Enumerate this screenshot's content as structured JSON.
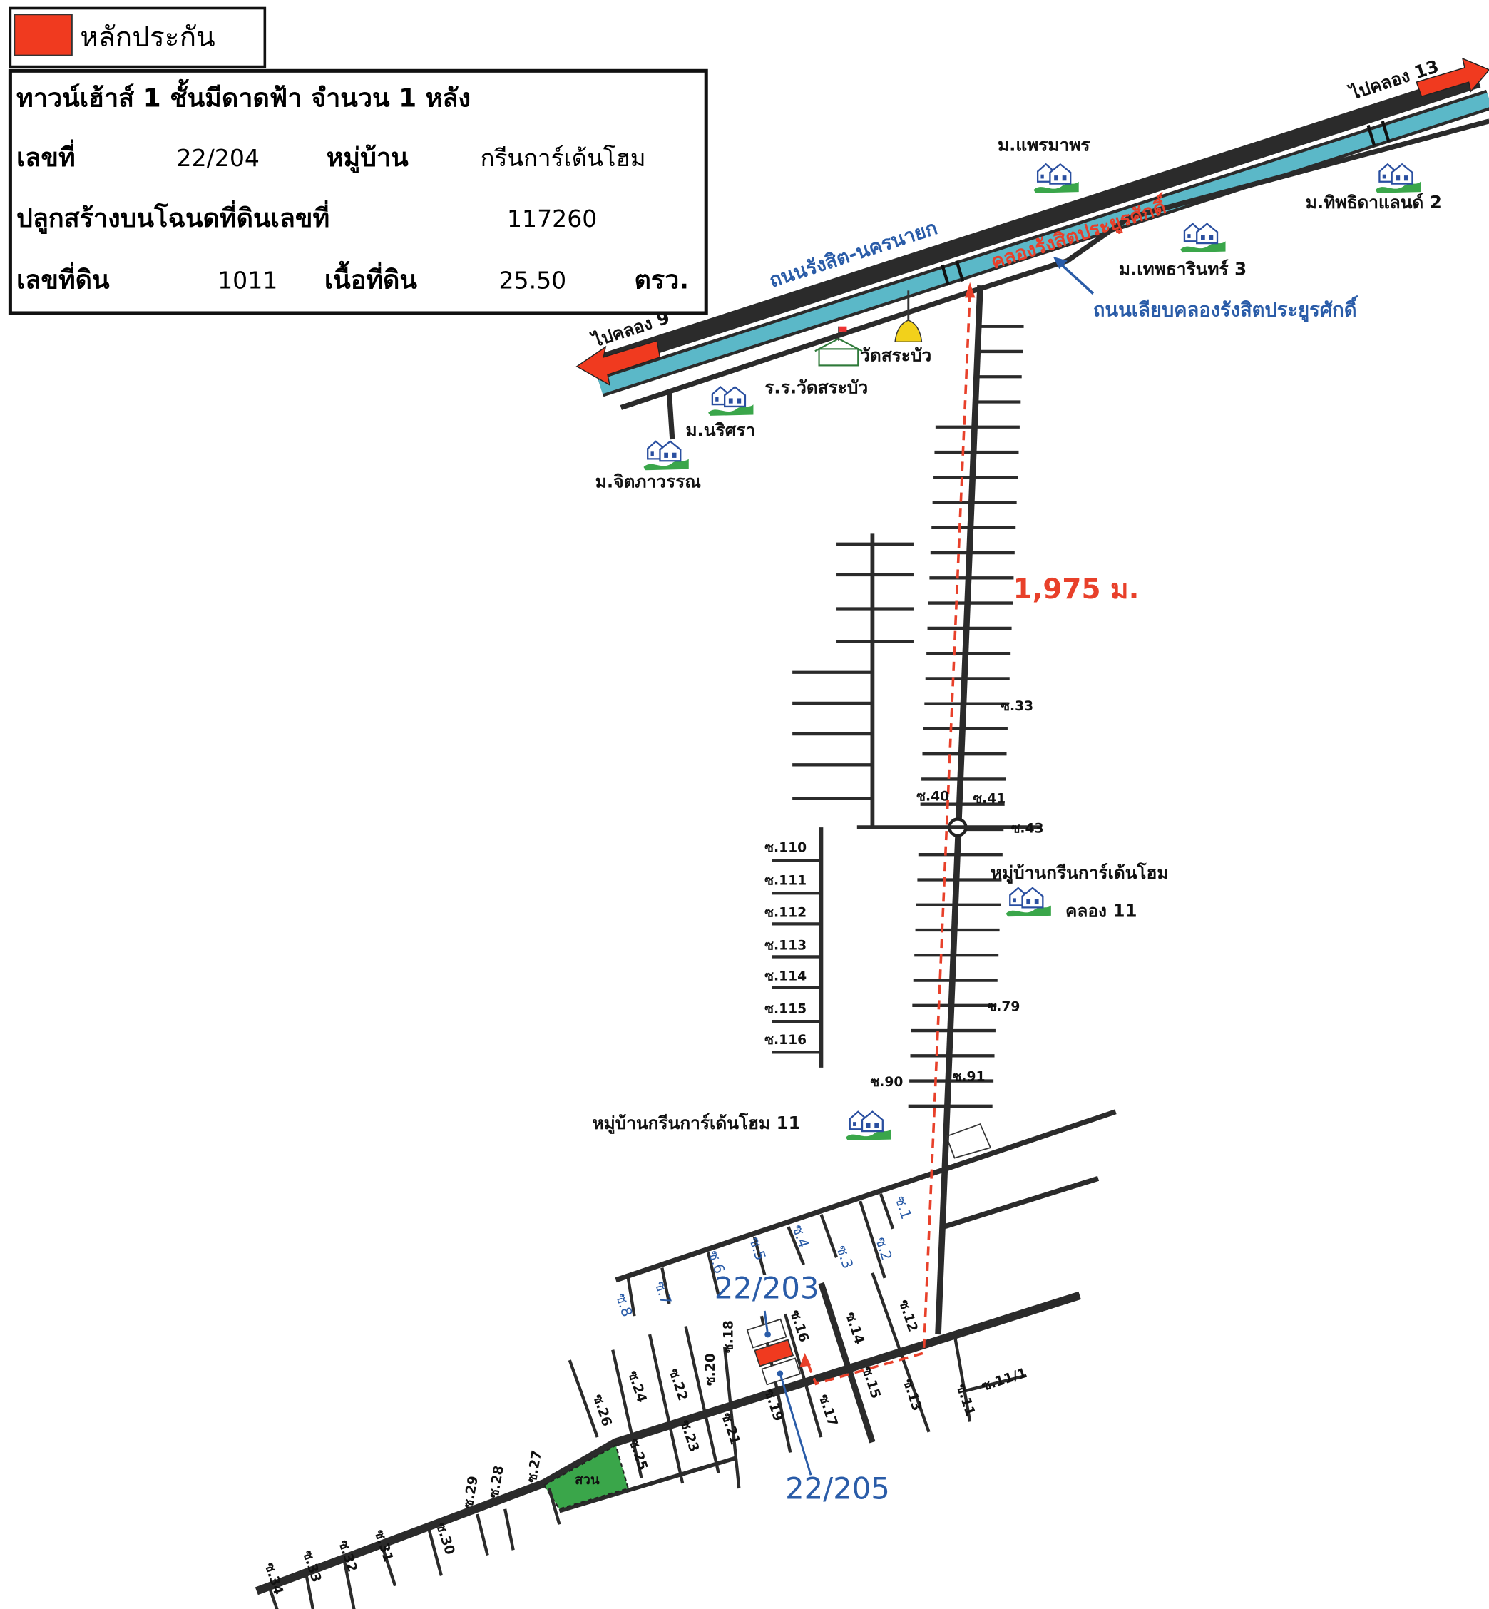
{
  "legend": {
    "label": "หลักประกัน",
    "color": "#f03a1f"
  },
  "info": {
    "title": "ทาวน์เฮ้าส์ 1 ชั้นมีดาดฟ้า จำนวน 1 หลัง",
    "house_no_label": "เลขที่",
    "house_no": "22/204",
    "village_label": "หมู่บ้าน",
    "village": "กรีนการ์เด้นโฮม",
    "deed_label": "ปลูกสร้างบนโฉนดที่ดินเลขที่",
    "deed_no": "117260",
    "land_no_label": "เลขที่ดิน",
    "land_no": "1011",
    "area_label": "เนื้อที่ดิน",
    "area": "25.50",
    "area_unit": "ตรว."
  },
  "map": {
    "to_klong13": "ไปคลอง 13",
    "to_klong9": "ไปคลอง 9",
    "main_road": "ถนนรังสิต-นครนายก",
    "canal": "คลองรังสิตประยูรศักดิ์",
    "canal_road": "ถนนเลียบคลองรังสิตประยูรศักดิ์",
    "places": {
      "praemaporn": "ม.แพรมาพร",
      "thipthida": "ม.ทิพธิดาแลนด์ 2",
      "theptharin": "ม.เทพธารินทร์ 3",
      "wat": "วัดสระบัว",
      "school": "ร.ร.วัดสระบัว",
      "narisara": "ม.นริศรา",
      "jitpawan": "ม.จิตภาวรรณ",
      "village_main": "หมู่บ้านกรีนการ์เด้นโฮม",
      "village_main_sub": "คลอง 11",
      "village_11": "หมู่บ้านกรีนการ์เด้นโฮม 11",
      "garden": "สวน"
    },
    "distance": "1,975 ม.",
    "neighbor_left": "22/203",
    "neighbor_right": "22/205",
    "soi": {
      "s33": "ซ.33",
      "s40": "ซ.40",
      "s41": "ซ.41",
      "s43": "ซ.43",
      "s79": "ซ.79",
      "s90": "ซ.90",
      "s91": "ซ.91",
      "s110": "ซ.110",
      "s111": "ซ.111",
      "s112": "ซ.112",
      "s113": "ซ.113",
      "s114": "ซ.114",
      "s115": "ซ.115",
      "s116": "ซ.116",
      "s1": "ซ.1",
      "s2": "ซ.2",
      "s3": "ซ.3",
      "s4": "ซ.4",
      "s5": "ซ.5",
      "s6": "ซ.6",
      "s7": "ซ.7",
      "s8": "ซ.8",
      "s11": "ซ.11",
      "s11_1": "ซ.11/1",
      "s12": "ซ.12",
      "s13": "ซ.13",
      "s14": "ซ.14",
      "s15": "ซ.15",
      "s16": "ซ.16",
      "s17": "ซ.17",
      "s18": "ซ.18",
      "s19": "ซ.19",
      "s20": "ซ.20",
      "s21": "ซ.21",
      "s22": "ซ.22",
      "s23": "ซ.23",
      "s24": "ซ.24",
      "s25": "ซ.25",
      "s26": "ซ.26",
      "s27": "ซ.27",
      "s28": "ซ.28",
      "s29": "ซ.29",
      "s30": "ซ.30",
      "s31": "ซ.31",
      "s32": "ซ.32",
      "s33b": "ซ.33",
      "s34": "ซ.34"
    },
    "colors": {
      "canal": "#5bb8c8",
      "route": "#e8402a",
      "blue_text": "#2a5ca8",
      "garden": "#3aa64a"
    }
  }
}
